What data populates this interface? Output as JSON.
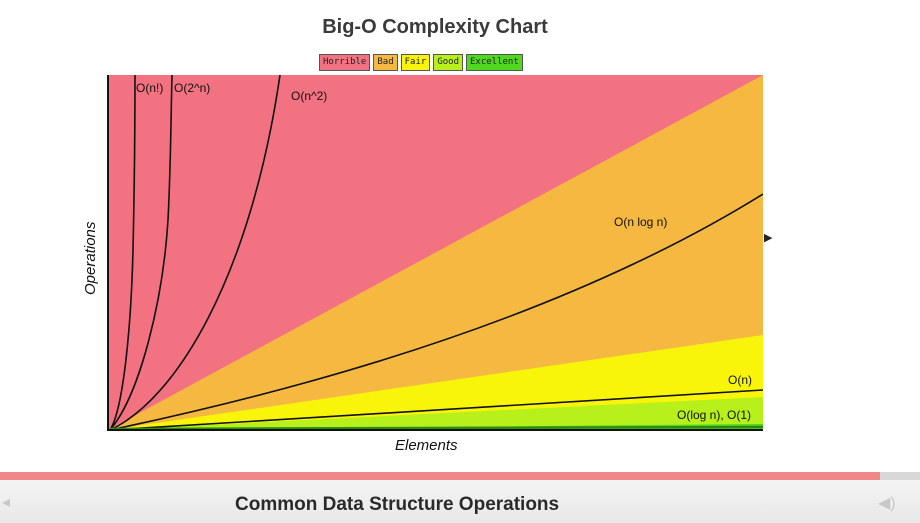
{
  "slide": {
    "bottom_title": "Common Data Structure Operations",
    "progress_percent": 95.6,
    "nav_prev_icon": "◂",
    "nav_volume_icon": "◀)"
  },
  "colors": {
    "horrible": "#f37282",
    "bad": "#f5b942",
    "fair": "#f9f50a",
    "good": "#b7f01b",
    "excellent": "#4fd81e",
    "curve": "#111111",
    "progress": "#f0888a"
  },
  "chart_data": {
    "type": "line",
    "title": "Big-O Complexity Chart",
    "xlabel": "Elements",
    "ylabel": "Operations",
    "legend": [
      {
        "label": "Horrible",
        "color": "#f37282"
      },
      {
        "label": "Bad",
        "color": "#f5b942"
      },
      {
        "label": "Fair",
        "color": "#f9f50a"
      },
      {
        "label": "Good",
        "color": "#b7f01b"
      },
      {
        "label": "Excellent",
        "color": "#4fd81e"
      }
    ],
    "legend_position": "top-center",
    "grid": false,
    "series": [
      {
        "name": "O(n!)"
      },
      {
        "name": "O(2^n)"
      },
      {
        "name": "O(n^2)"
      },
      {
        "name": "O(n log n)"
      },
      {
        "name": "O(n)"
      },
      {
        "name": "O(log n), O(1)"
      }
    ]
  }
}
